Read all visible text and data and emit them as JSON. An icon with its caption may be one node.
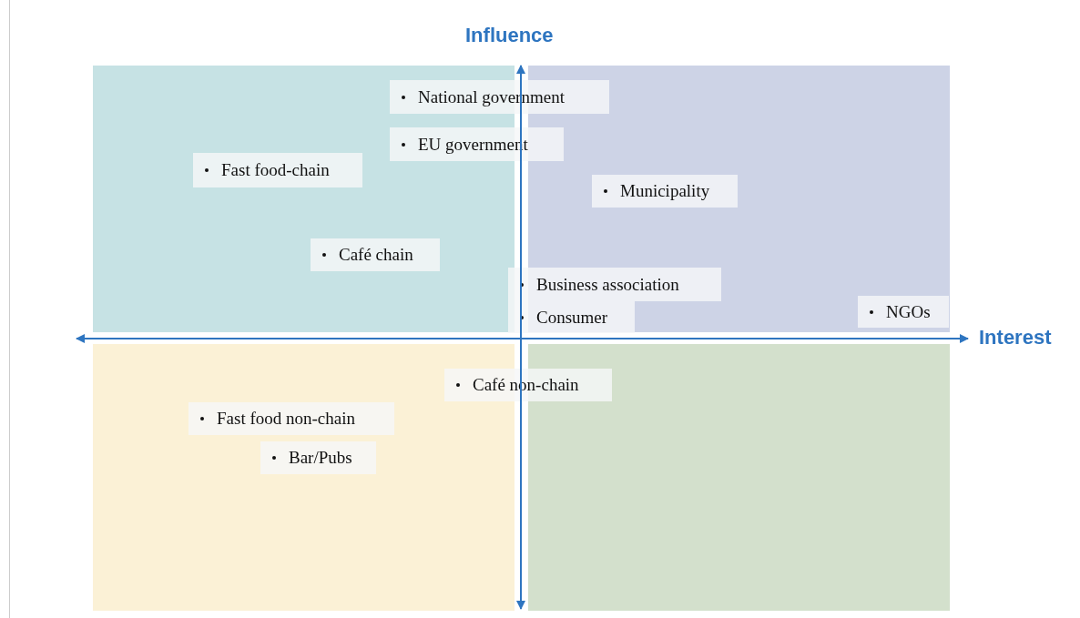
{
  "diagram": {
    "nodes": [
      {
        "text": [
          "National government"
        ]
      },
      {
        "text": [
          "EU government"
        ]
      },
      {
        "text": [
          "Fast food-chain"
        ]
      },
      {
        "text": [
          "Municipality"
        ]
      },
      {
        "text": [
          "Café chain"
        ]
      },
      {
        "text": [
          "Business association"
        ]
      },
      {
        "text": [
          "Consumer"
        ]
      },
      {
        "text": [
          "NGOs"
        ]
      },
      {
        "text": [
          "Café non-chain"
        ]
      },
      {
        "text": [
          "Fast food non-chain"
        ]
      },
      {
        "text": [
          "Bar/Pubs"
        ]
      }
    ],
    "labels": [
      "Influence",
      "Interest"
    ]
  }
}
